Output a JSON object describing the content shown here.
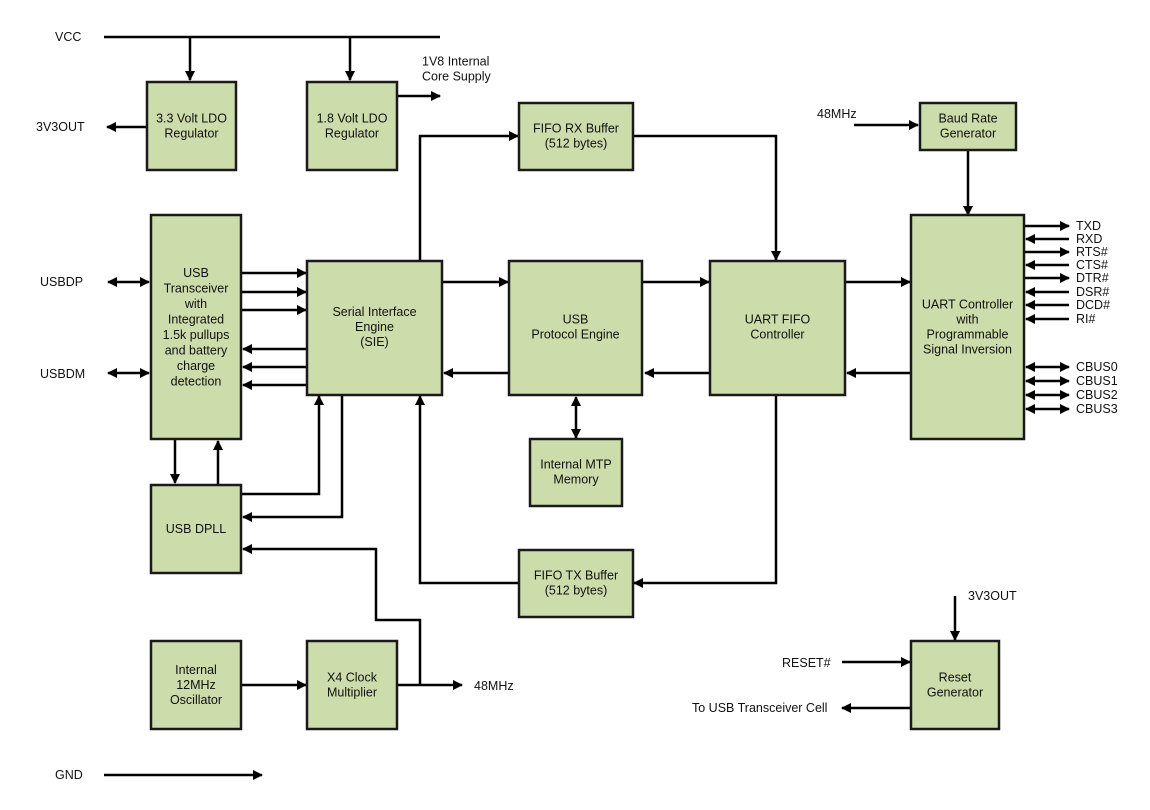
{
  "blocks": {
    "ldo33": [
      "3.3 Volt LDO",
      "Regulator"
    ],
    "ldo18": [
      "1.8 Volt LDO",
      "Regulator"
    ],
    "fifo_rx": [
      "FIFO RX Buffer",
      "(512 bytes)"
    ],
    "baud": [
      "Baud Rate",
      "Generator"
    ],
    "usb_xcvr": [
      "USB",
      "Transceiver",
      "with",
      "Integrated",
      "1.5k pullups",
      "and battery",
      "charge",
      "detection"
    ],
    "sie": [
      "Serial Interface",
      "Engine",
      "(SIE)"
    ],
    "upe": [
      "USB",
      "Protocol Engine"
    ],
    "uart_fifo": [
      "UART FIFO",
      "Controller"
    ],
    "uart_ctrl": [
      "UART Controller",
      "with",
      "Programmable",
      "Signal Inversion"
    ],
    "mtp": [
      "Internal MTP",
      "Memory"
    ],
    "dpll": [
      "USB DPLL"
    ],
    "fifo_tx": [
      "FIFO TX Buffer",
      "(512 bytes)"
    ],
    "osc": [
      "Internal",
      "12MHz",
      "Oscillator"
    ],
    "x4": [
      "X4 Clock",
      "Multiplier"
    ],
    "reset": [
      "Reset",
      "Generator"
    ]
  },
  "labels": {
    "vcc": "VCC",
    "v3v3out_left": "3V3OUT",
    "core_supply": [
      "1V8 Internal",
      "Core Supply"
    ],
    "clk48_top": "48MHz",
    "usbdp": "USBDP",
    "usbdm": "USBDM",
    "clk48_bottom": "48MHz",
    "v3v3out_reset": "3V3OUT",
    "reset_n": "RESET#",
    "to_usb_xcvr": "To USB Transceiver Cell",
    "gnd": "GND"
  },
  "uart_pins": [
    "TXD",
    "RXD",
    "RTS#",
    "CTS#",
    "DTR#",
    "DSR#",
    "DCD#",
    "RI#"
  ],
  "cbus_pins": [
    "CBUS0",
    "CBUS1",
    "CBUS2",
    "CBUS3"
  ]
}
